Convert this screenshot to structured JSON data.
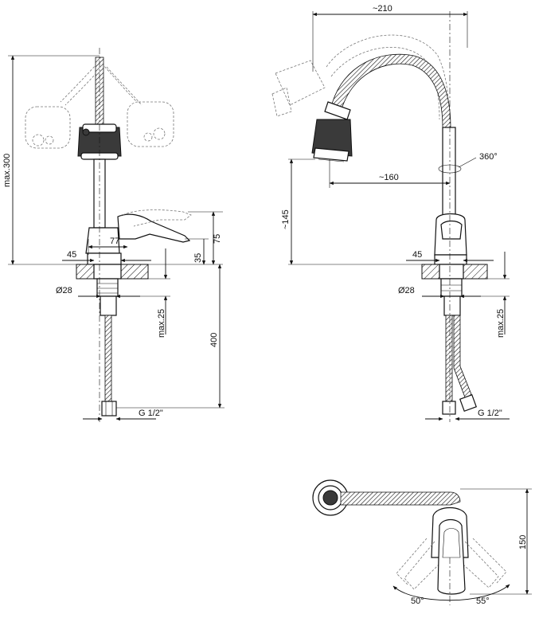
{
  "dimensions": {
    "height_max": "max.300",
    "spout_length": "77",
    "lever_height": "75",
    "body_height": "35",
    "base_width_left": "45",
    "inlet_diameter_left": "Ø28",
    "thread_depth_left": "max.25",
    "hose_length": "400",
    "thread_left": "G 1/2\"",
    "width_total": "~210",
    "rotation": "360°",
    "spout_reach": "~160",
    "spout_height": "~145",
    "base_width_right": "45",
    "inlet_diameter_right": "Ø28",
    "thread_depth_right": "max.25",
    "thread_right": "G 1/2\"",
    "plan_depth": "150",
    "angle_left": "50°",
    "angle_right": "55°"
  }
}
